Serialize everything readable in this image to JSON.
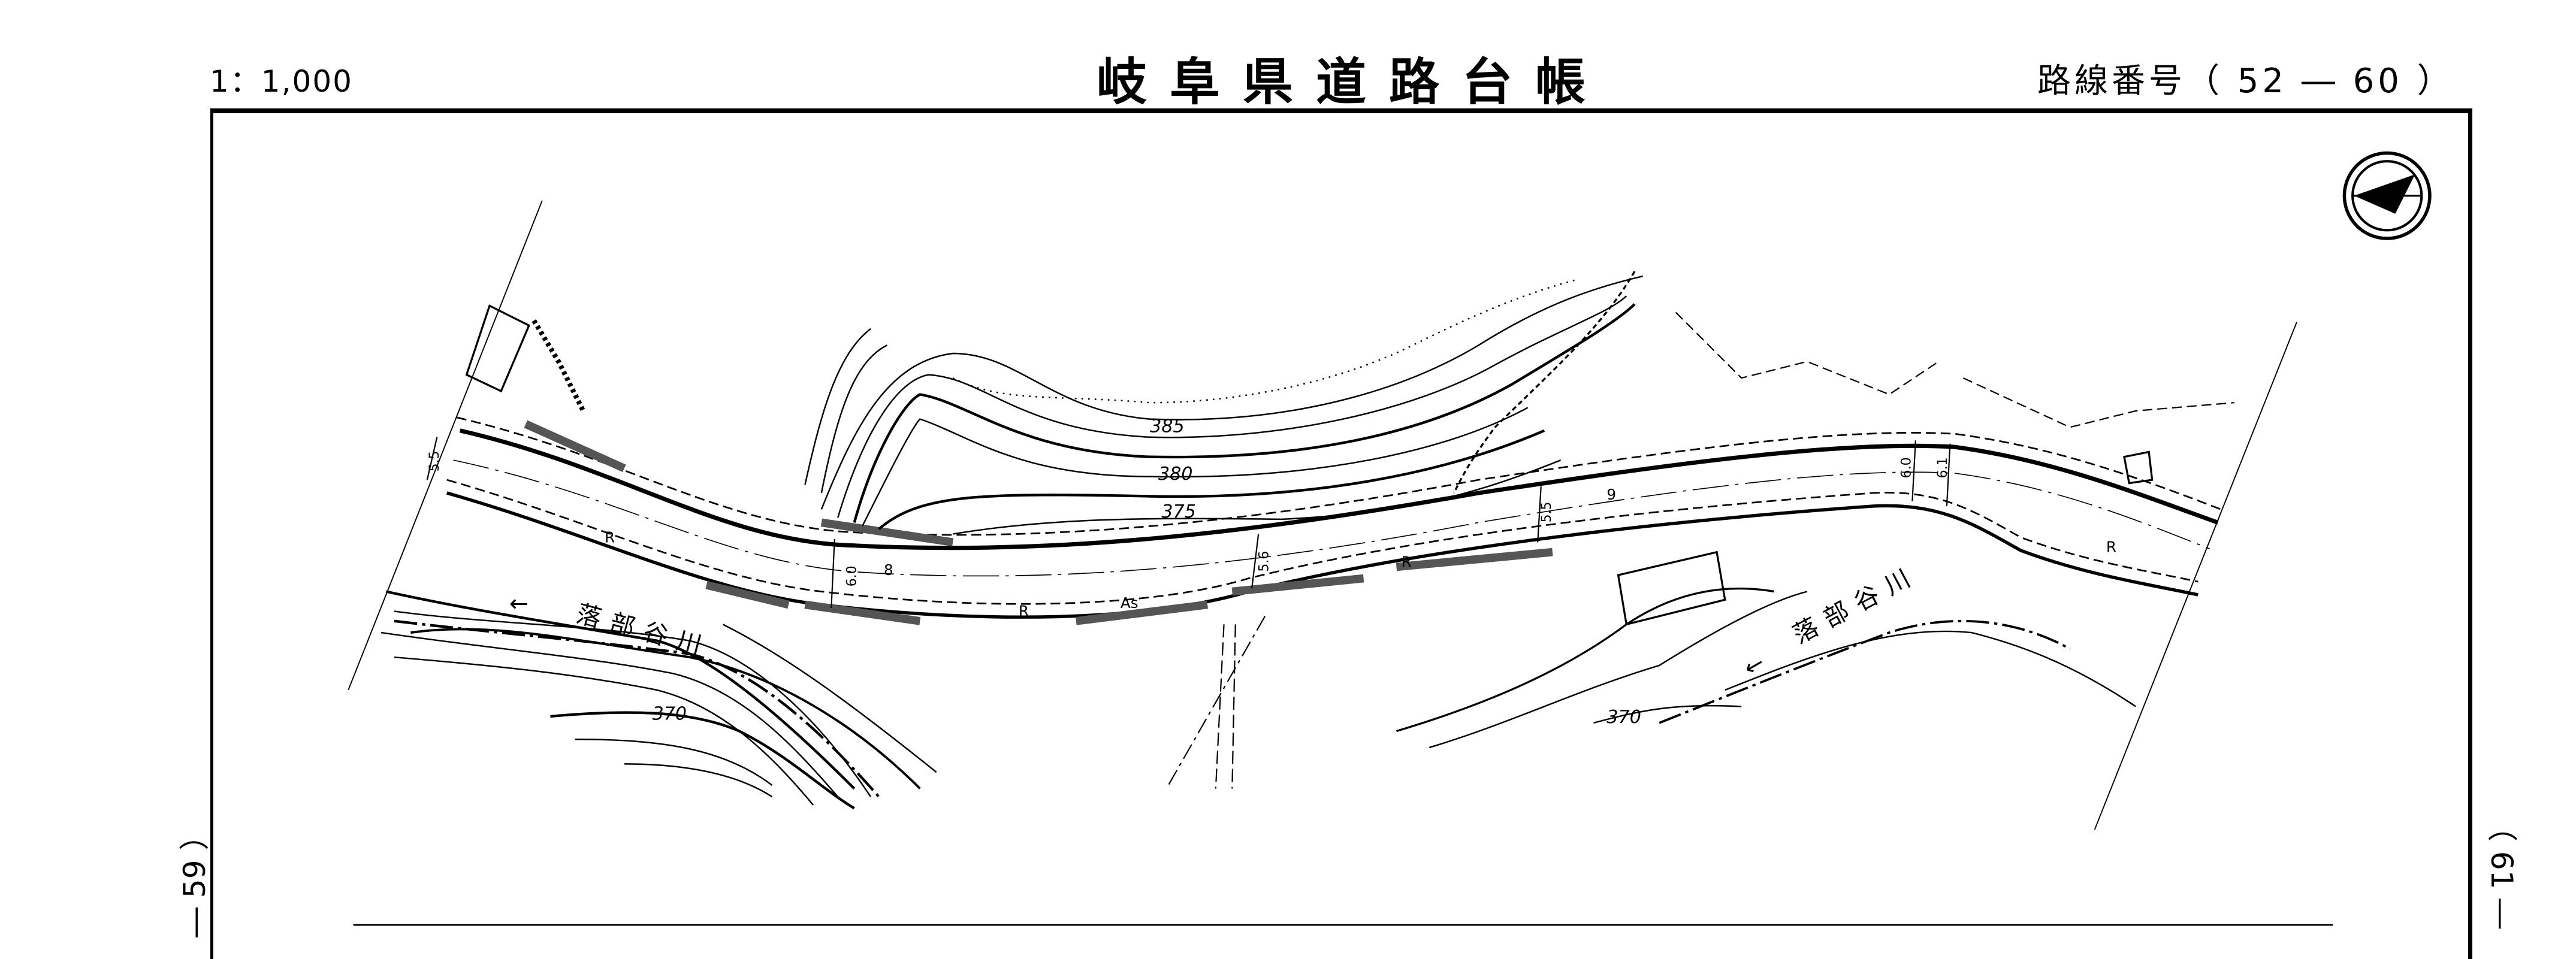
{
  "header": {
    "scale": "1：1,000",
    "title": "岐阜県道路台帳",
    "route_number": "路線番号（ 52 ― 60 ）"
  },
  "page_markers": {
    "left": "― 59 ）",
    "right": "（ 61 ―"
  },
  "map": {
    "north_arrow_icon": "north-arrow-icon",
    "contour_labels": [
      "385",
      "380",
      "375",
      "370",
      "370"
    ],
    "river_name_west": "落部谷川",
    "river_name_east": "落部谷川",
    "station_labels": [
      "8",
      "9"
    ],
    "surface_label": "As",
    "embankment_labels": [
      "R",
      "R",
      "R",
      "R"
    ],
    "width_labels": [
      "5.5",
      "6.0",
      "5.6",
      "5.5",
      "6.0",
      "6.1"
    ]
  }
}
